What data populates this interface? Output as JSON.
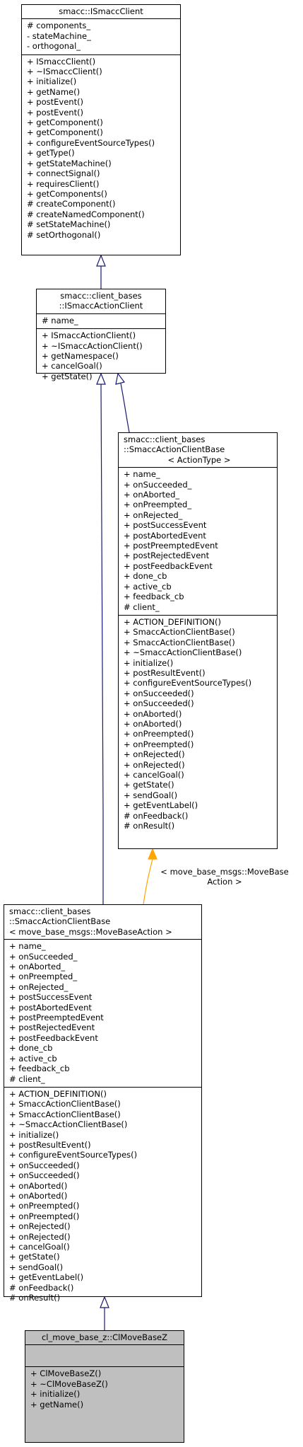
{
  "colors": {
    "inheritance": "#191970",
    "template": "#ffa500",
    "highlight_fill": "#bfbfbf"
  },
  "classes": [
    {
      "id": "ismaccclient",
      "title_lines": [
        "smacc::ISmaccClient"
      ],
      "attributes": [
        "# components_",
        "- stateMachine_",
        "- orthogonal_"
      ],
      "methods": [
        "+ ISmaccClient()",
        "+ ~ISmaccClient()",
        "+ initialize()",
        "+ getName()",
        "+ postEvent()",
        "+ postEvent()",
        "+ getComponent()",
        "+ getComponent()",
        "+ configureEventSourceTypes()",
        "+ getType()",
        "+ getStateMachine()",
        "+ connectSignal()",
        "+ requiresClient()",
        "+ getComponents()",
        "# createComponent()",
        "# createNamedComponent()",
        "# setStateMachine()",
        "# setOrthogonal()"
      ]
    },
    {
      "id": "ismaccactionclient",
      "title_lines": [
        "smacc::client_bases",
        "::ISmaccActionClient"
      ],
      "attributes": [
        "# name_"
      ],
      "methods": [
        "+ ISmaccActionClient()",
        "+ ~ISmaccActionClient()",
        "+ getNamespace()",
        "+ cancelGoal()",
        "+ getState()"
      ]
    },
    {
      "id": "smaccactionclientbase_t",
      "title_lines": [
        "smacc::client_bases",
        "::SmaccActionClientBase",
        "< ActionType >"
      ],
      "attributes": [
        "+ name_",
        "+ onSucceeded_",
        "+ onAborted_",
        "+ onPreempted_",
        "+ onRejected_",
        "+ postSuccessEvent",
        "+ postAbortedEvent",
        "+ postPreemptedEvent",
        "+ postRejectedEvent",
        "+ postFeedbackEvent",
        "+ done_cb",
        "+ active_cb",
        "+ feedback_cb",
        "# client_"
      ],
      "methods": [
        "+ ACTION_DEFINITION()",
        "+ SmaccActionClientBase()",
        "+ SmaccActionClientBase()",
        "+ ~SmaccActionClientBase()",
        "+ initialize()",
        "+ postResultEvent()",
        "+ configureEventSourceTypes()",
        "+ onSucceeded()",
        "+ onSucceeded()",
        "+ onAborted()",
        "+ onAborted()",
        "+ onPreempted()",
        "+ onPreempted()",
        "+ onRejected()",
        "+ onRejected()",
        "+ cancelGoal()",
        "+ getState()",
        "+ sendGoal()",
        "+ getEventLabel()",
        "# onFeedback()",
        "# onResult()"
      ]
    },
    {
      "id": "smaccactionclientbase_mb",
      "title_lines": [
        "smacc::client_bases",
        "::SmaccActionClientBase",
        "< move_base_msgs::MoveBaseAction >"
      ],
      "attributes": [
        "+ name_",
        "+ onSucceeded_",
        "+ onAborted_",
        "+ onPreempted_",
        "+ onRejected_",
        "+ postSuccessEvent",
        "+ postAbortedEvent",
        "+ postPreemptedEvent",
        "+ postRejectedEvent",
        "+ postFeedbackEvent",
        "+ done_cb",
        "+ active_cb",
        "+ feedback_cb",
        "# client_"
      ],
      "methods": [
        "+ ACTION_DEFINITION()",
        "+ SmaccActionClientBase()",
        "+ SmaccActionClientBase()",
        "+ ~SmaccActionClientBase()",
        "+ initialize()",
        "+ postResultEvent()",
        "+ configureEventSourceTypes()",
        "+ onSucceeded()",
        "+ onSucceeded()",
        "+ onAborted()",
        "+ onAborted()",
        "+ onPreempted()",
        "+ onPreempted()",
        "+ onRejected()",
        "+ onRejected()",
        "+ cancelGoal()",
        "+ getState()",
        "+ sendGoal()",
        "+ getEventLabel()",
        "# onFeedback()",
        "# onResult()"
      ]
    },
    {
      "id": "clmovebasez",
      "title_lines": [
        "cl_move_base_z::ClMoveBaseZ"
      ],
      "attributes": [],
      "methods": [
        "+ ClMoveBaseZ()",
        "+ ~ClMoveBaseZ()",
        "+ initialize()",
        "+ getName()"
      ]
    }
  ],
  "edge_label": {
    "lines": [
      "< move_base_msgs::MoveBase",
      "Action >"
    ]
  }
}
